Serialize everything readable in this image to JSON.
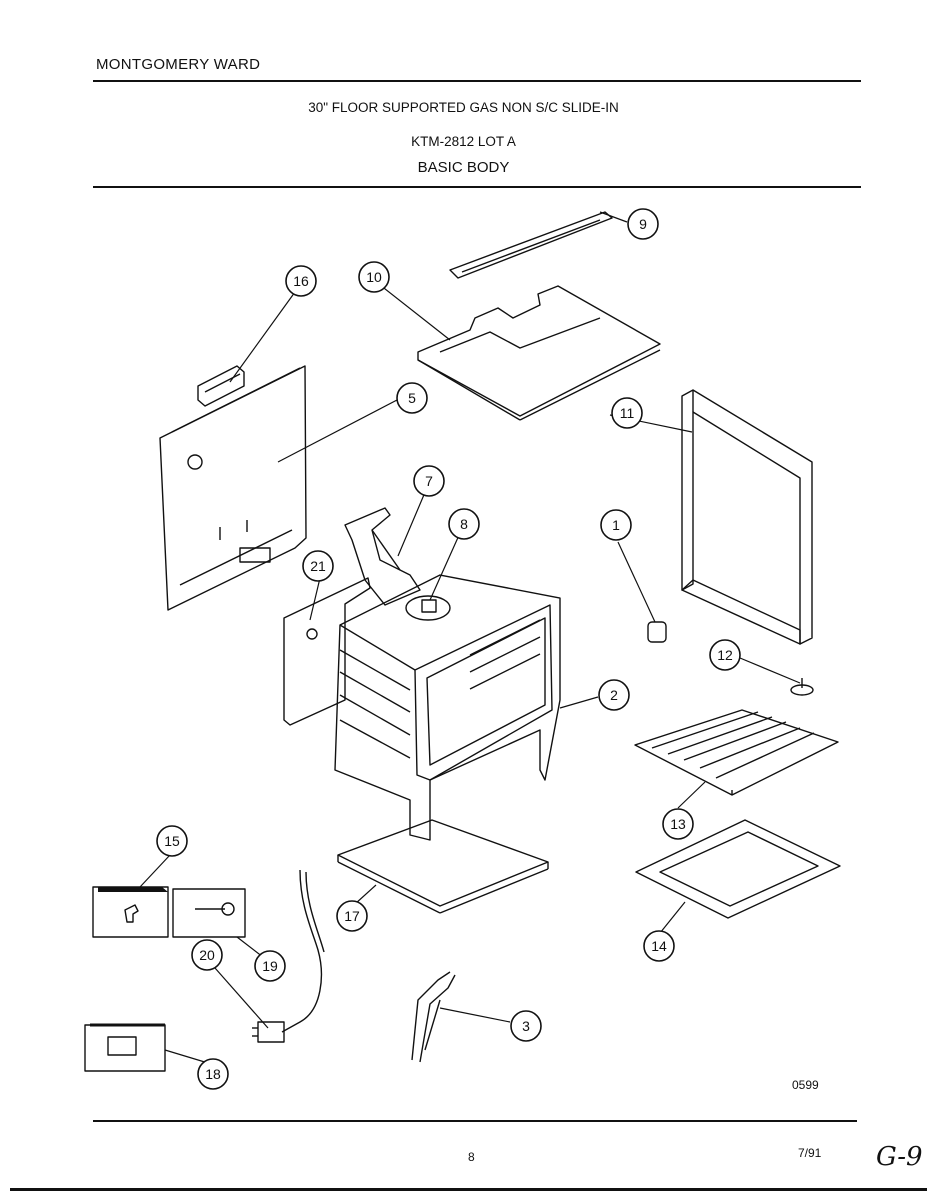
{
  "header": {
    "brand": "MONTGOMERY WARD",
    "title_line1": "30\" FLOOR SUPPORTED GAS NON S/C SLIDE-IN",
    "title_line2": "KTM-2812 LOT A",
    "title_line3": "BASIC BODY"
  },
  "callouts": [
    {
      "id": "c1",
      "label": "1"
    },
    {
      "id": "c2",
      "label": "2"
    },
    {
      "id": "c3",
      "label": "3"
    },
    {
      "id": "c5",
      "label": "5"
    },
    {
      "id": "c7",
      "label": "7"
    },
    {
      "id": "c8",
      "label": "8"
    },
    {
      "id": "c9",
      "label": "9"
    },
    {
      "id": "c10",
      "label": "10"
    },
    {
      "id": "c11",
      "label": "11"
    },
    {
      "id": "c12",
      "label": "12"
    },
    {
      "id": "c13",
      "label": "13"
    },
    {
      "id": "c14",
      "label": "14"
    },
    {
      "id": "c15",
      "label": "15"
    },
    {
      "id": "c16",
      "label": "16"
    },
    {
      "id": "c17",
      "label": "17"
    },
    {
      "id": "c18",
      "label": "18"
    },
    {
      "id": "c19",
      "label": "19"
    },
    {
      "id": "c20",
      "label": "20"
    },
    {
      "id": "c21",
      "label": "21"
    }
  ],
  "footer": {
    "diagram_code": "0599",
    "page_number": "8",
    "date": "7/91",
    "handwritten": "G-9"
  }
}
